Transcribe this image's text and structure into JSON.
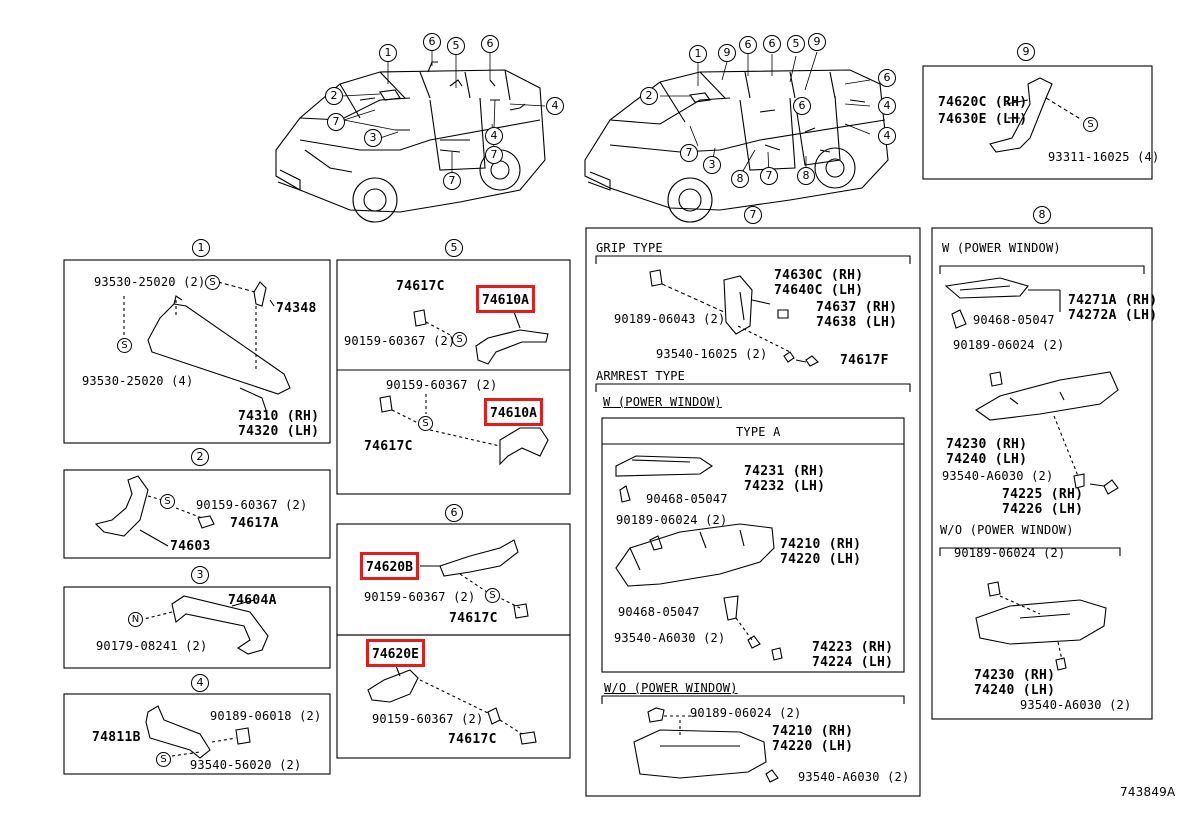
{
  "diagram_id": "743849A",
  "callouts": {
    "c1": "1",
    "c2": "2",
    "c3": "3",
    "c4": "4",
    "c5": "5",
    "c6": "6",
    "c7": "7",
    "c8": "8",
    "c9": "9"
  },
  "symbols": {
    "s": "S",
    "n": "N"
  },
  "parts": {
    "p93530_25020_2": "93530-25020 (2)",
    "p74348": "74348",
    "p93530_25020_4": "93530-25020 (4)",
    "p74310": "74310 (RH)",
    "p74320": "74320 (LH)",
    "p90159_60367_2": "90159-60367 (2)",
    "p74617A": "74617A",
    "p74603": "74603",
    "p74604A": "74604A",
    "p90179_08241": "90179-08241 (2)",
    "p90189_06018": "90189-06018 (2)",
    "p74811B": "74811B",
    "p93540_56020": "93540-56020 (2)",
    "p74617C": "74617C",
    "p74610A": "74610A",
    "p74620B": "74620B",
    "p74620E": "74620E",
    "p74620C": "74620C (RH)",
    "p74630E": "74630E (LH)",
    "p93311_16025": "93311-16025 (4)",
    "grip_type": "GRIP TYPE",
    "p74630C": "74630C (RH)",
    "p74640C": "74640C (LH)",
    "p90189_06043": "90189-06043 (2)",
    "p74637": "74637 (RH)",
    "p74638": "74638 (LH)",
    "p93540_16025": "93540-16025 (2)",
    "p74617F": "74617F",
    "armrest_type": "ARMREST TYPE",
    "w_power_window": "W (POWER WINDOW)",
    "type_a": "TYPE A",
    "p74231": "74231 (RH)",
    "p74232": "74232 (LH)",
    "p90468_05047": "90468-05047",
    "p90189_06024_2": "90189-06024 (2)",
    "p74210": "74210 (RH)",
    "p74220": "74220 (LH)",
    "p93540_A6030_2": "93540-A6030 (2)",
    "p74223": "74223 (RH)",
    "p74224": "74224 (LH)",
    "wo_power_window": "W/O (POWER WINDOW)",
    "p93540_A6030_2b": "93540-A6030 (2)",
    "p74271A": "74271A (RH)",
    "p74272A": "74272A (LH)",
    "p74230": "74230 (RH)",
    "p74240": "74240 (LH)",
    "p74225": "74225 (RH)",
    "p74226": "74226 (LH)"
  }
}
